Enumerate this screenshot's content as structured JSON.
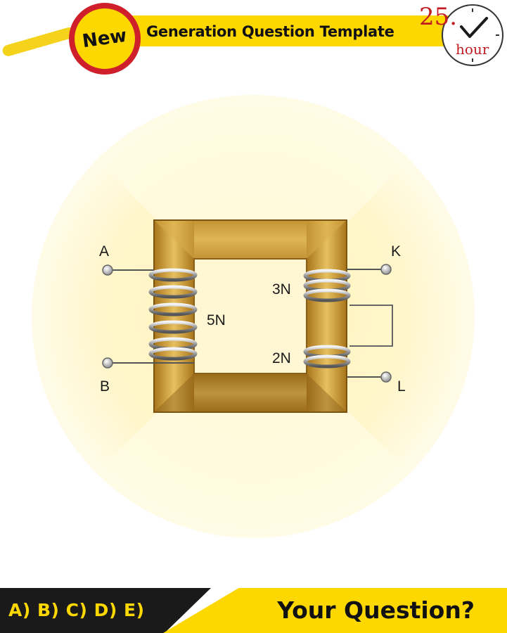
{
  "header": {
    "badge": "New",
    "title": "Generation Question Template",
    "clock_number": "25.",
    "clock_unit": "hour"
  },
  "diagram": {
    "terminals": {
      "a": "A",
      "b": "B",
      "k": "K",
      "l": "L"
    },
    "windings": {
      "primary": "5N",
      "secondary_upper": "3N",
      "secondary_lower": "2N"
    }
  },
  "footer": {
    "options": "A) B) C) D) E)",
    "question": "Your Question?"
  },
  "colors": {
    "accent_yellow": "#fcd700",
    "badge_red": "#cf1f2a",
    "core_gold": "#c99a2e",
    "background_glow": "#fff6c9"
  }
}
